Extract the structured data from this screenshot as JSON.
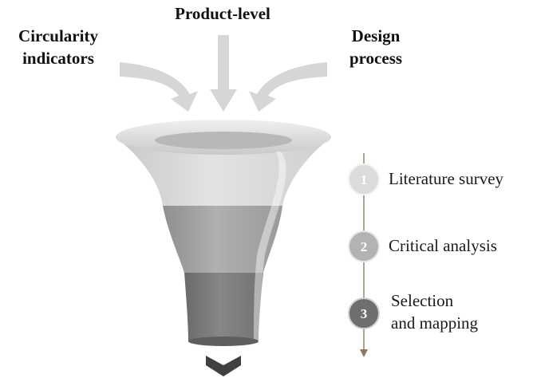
{
  "inputs": {
    "left": [
      "Circularity",
      "indicators"
    ],
    "center": [
      "Product-level"
    ],
    "right": [
      "Design",
      "process"
    ]
  },
  "steps": [
    {
      "number": "1",
      "label": [
        "Literature survey"
      ],
      "color": "#dcdcdc"
    },
    {
      "number": "2",
      "label": [
        "Critical analysis"
      ],
      "color": "#b3b3b3"
    },
    {
      "number": "3",
      "label": [
        "Selection",
        "and mapping"
      ],
      "color": "#6e6e6e"
    }
  ],
  "colors": {
    "arrow": "#d6d6d6",
    "funnel_top": "#d9d9d9",
    "funnel_middle": "#a6a6a6",
    "funnel_bottom": "#7f7f7f",
    "output_chevron": "#404040",
    "timeline": "#8c7b63"
  }
}
